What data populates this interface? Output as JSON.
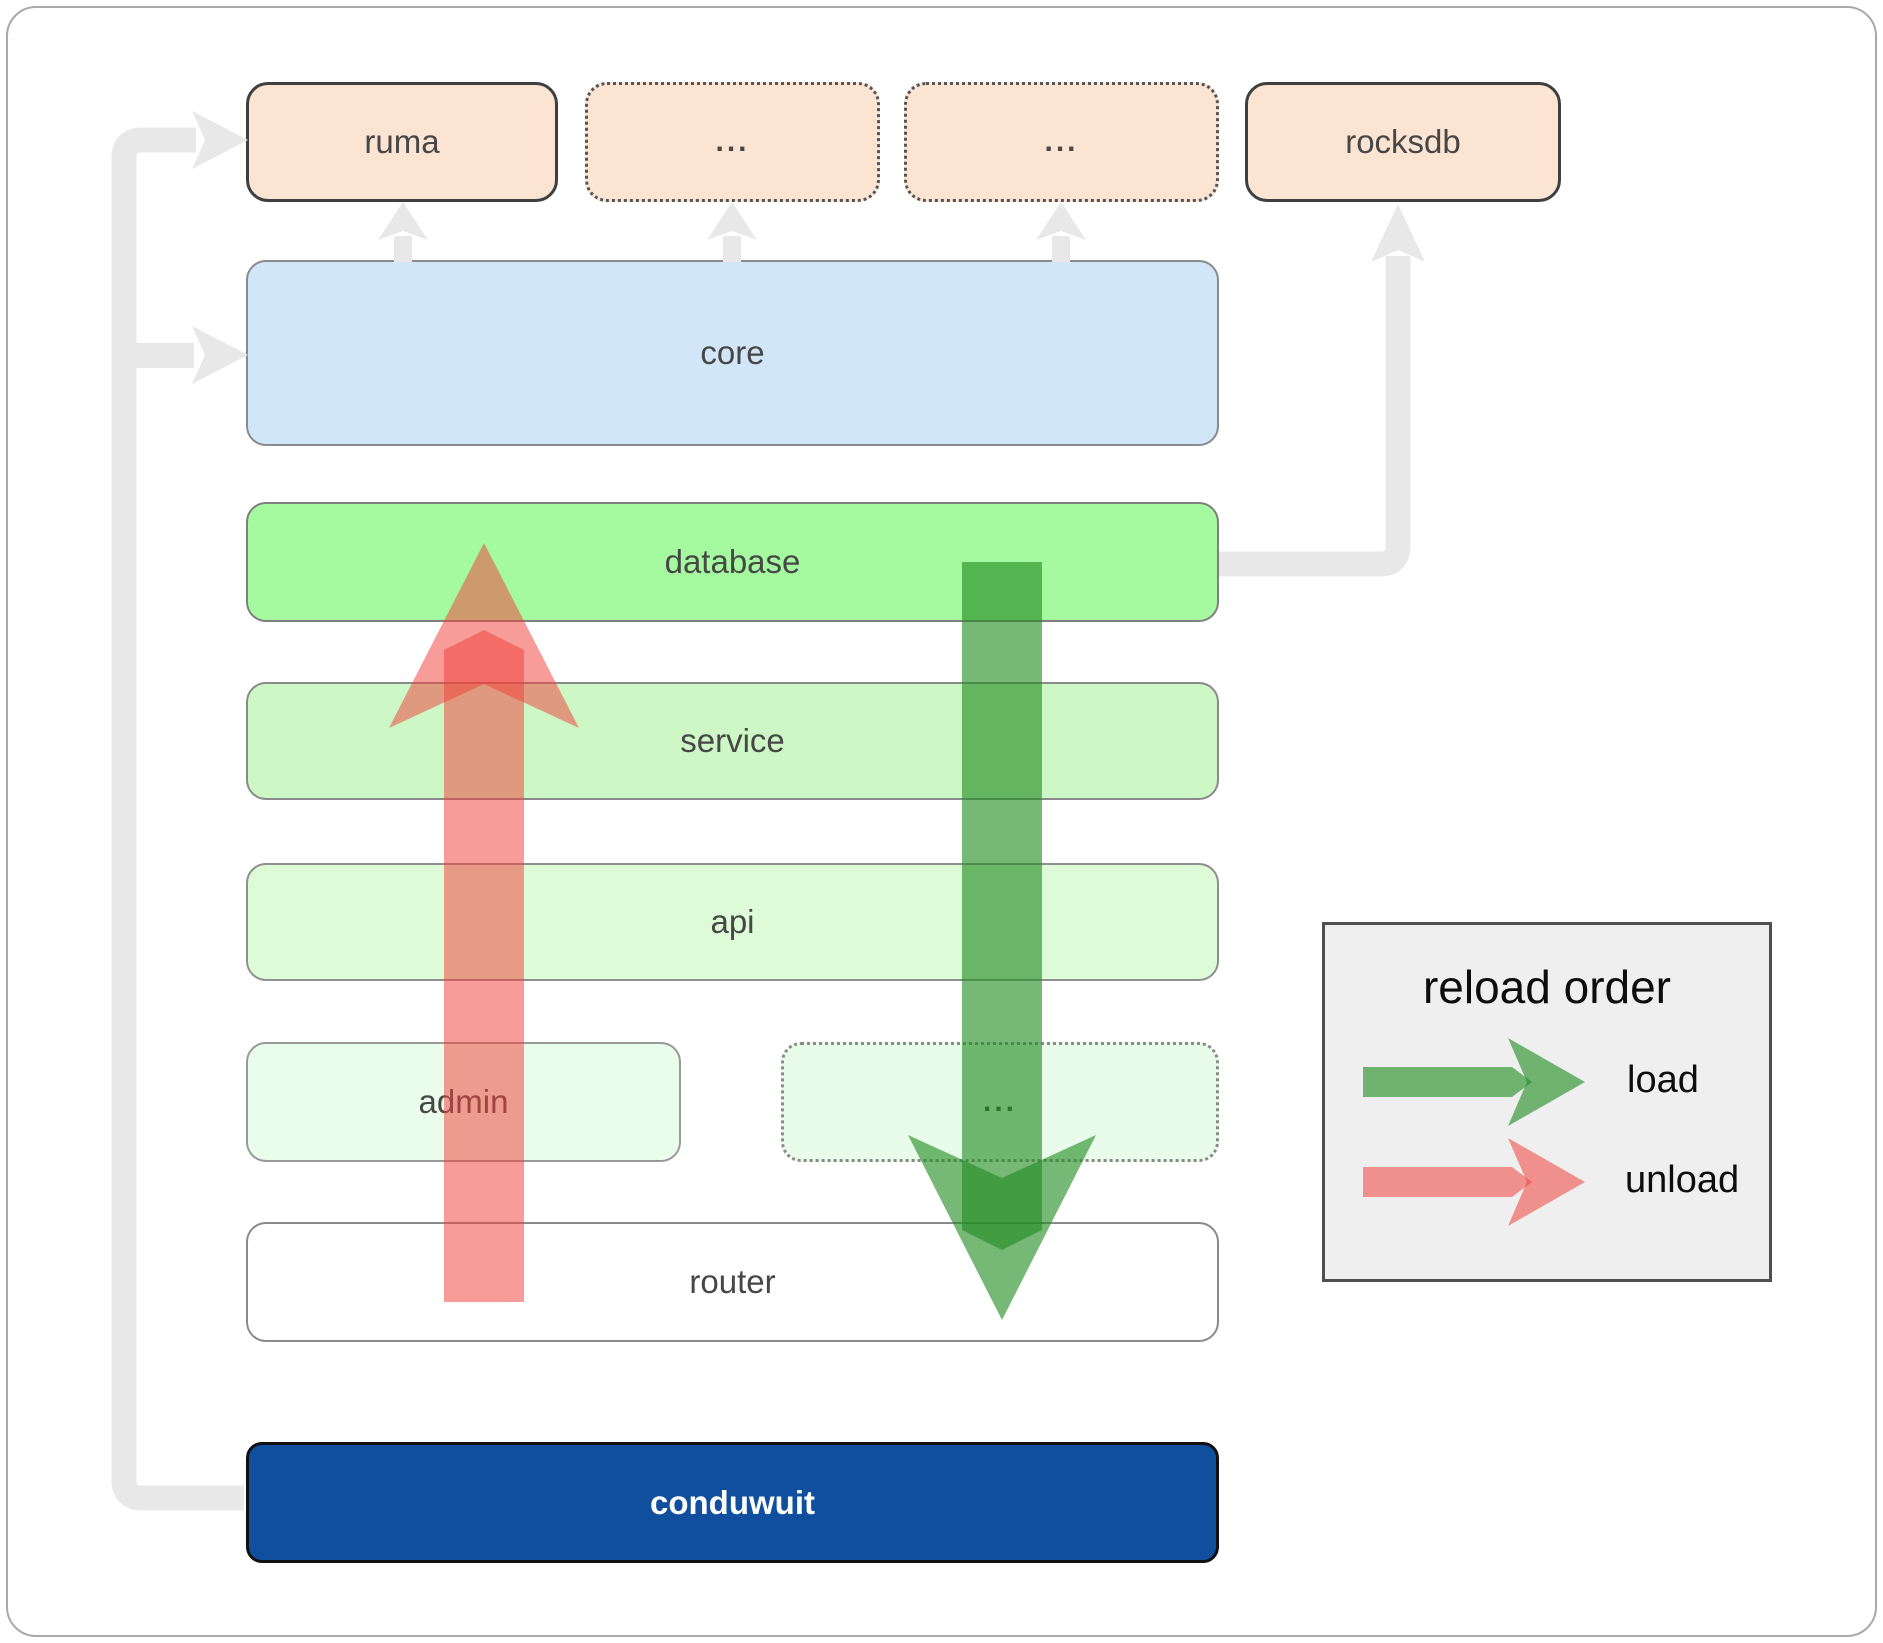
{
  "diagram": {
    "nodes": {
      "ruma": {
        "label": "ruma"
      },
      "extra1": {
        "label": "..."
      },
      "extra2": {
        "label": "..."
      },
      "rocksdb": {
        "label": "rocksdb"
      },
      "core": {
        "label": "core"
      },
      "database": {
        "label": "database"
      },
      "service": {
        "label": "service"
      },
      "api": {
        "label": "api"
      },
      "admin": {
        "label": "admin"
      },
      "admin_extra": {
        "label": "..."
      },
      "router": {
        "label": "router"
      },
      "conduwuit": {
        "label": "conduwuit"
      }
    },
    "legend": {
      "title": "reload order",
      "load_label": "load",
      "unload_label": "unload"
    },
    "colors": {
      "module_fill": "#fce4d2",
      "core_fill": "#d2e6fa",
      "database_fill": "#a5fa9f",
      "service_fill": "#cdf8c6",
      "api_fill": "#ddfbd6",
      "admin_fill": "#eafdea",
      "admin_extra_fill": "#e9fbe9",
      "router_fill": "#ffffff",
      "conduwuit_fill": "#0f4f9e",
      "load_arrow_green": "#228c22",
      "unload_arrow_red": "#f04640",
      "dependency_connector_gray": "#e8e8e8",
      "legend_fill": "#efefef"
    }
  }
}
